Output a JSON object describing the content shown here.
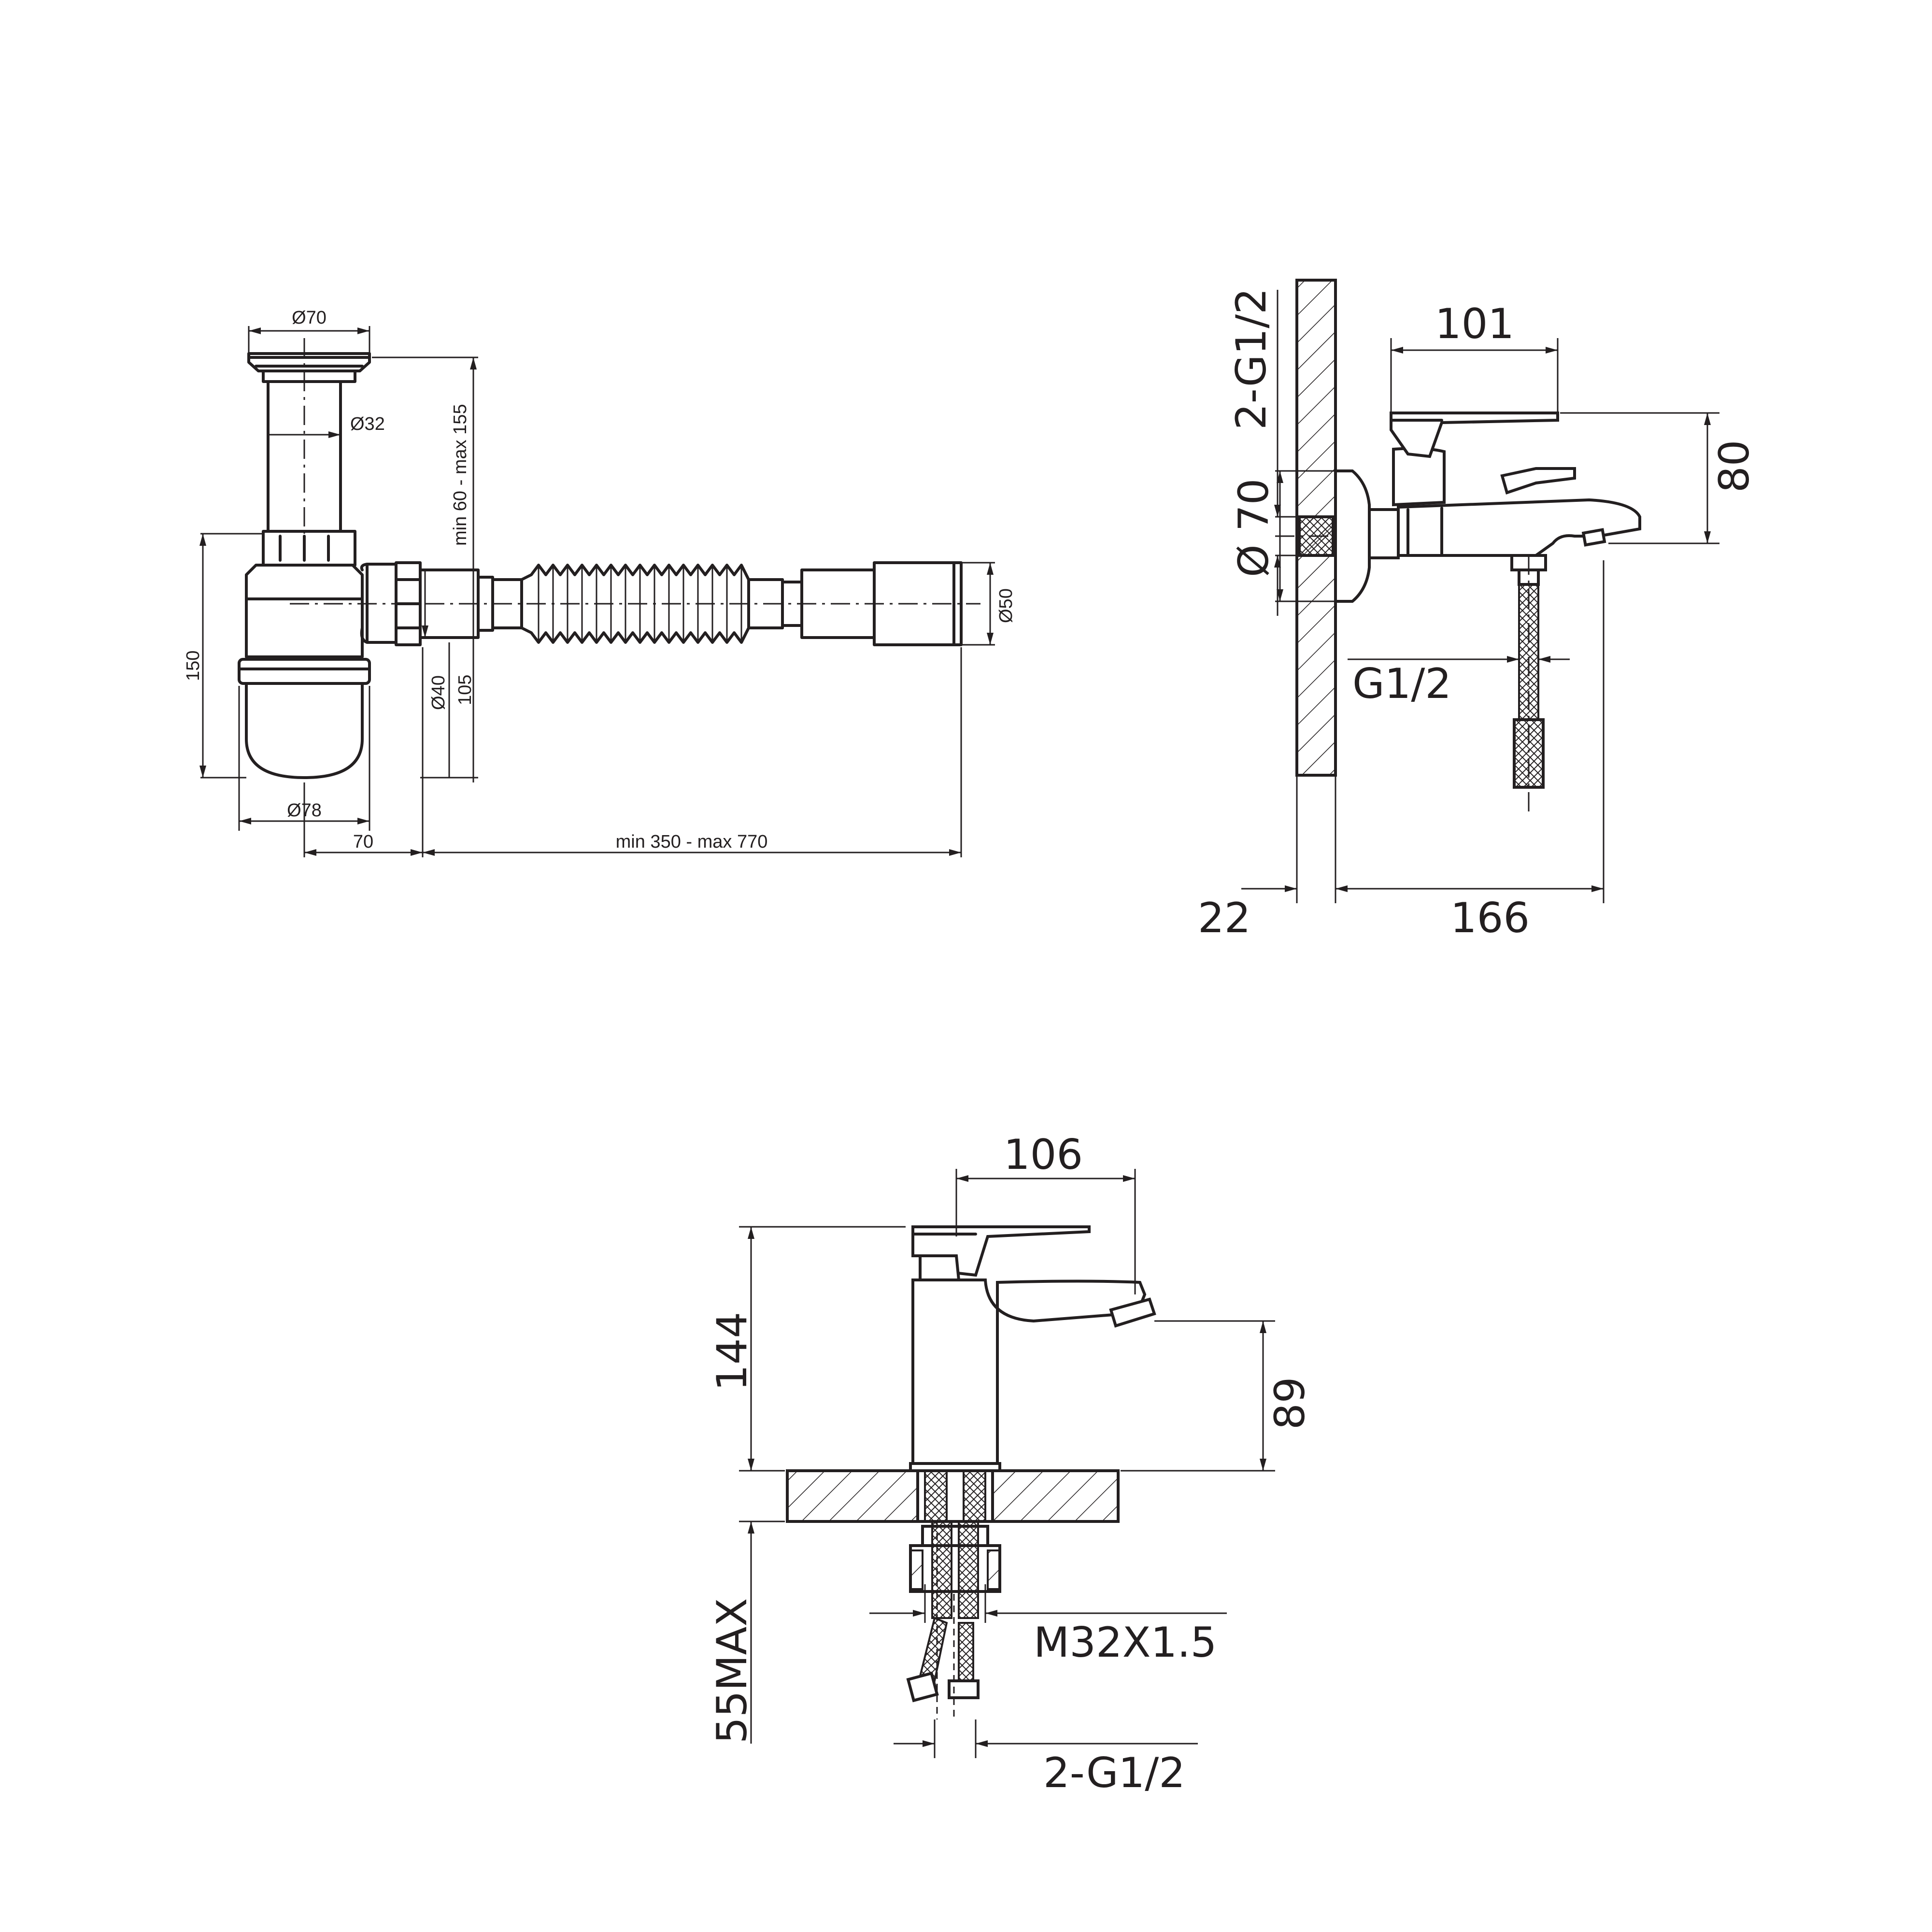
{
  "siphon": {
    "d_top": "Ø70",
    "d_tube": "Ø32",
    "adjust_height": "min 60 - max 155",
    "height": "150",
    "d_outlet": "Ø40",
    "outlet_height": "105",
    "d_bottle": "Ø78",
    "offset": "70",
    "hose_length": "min 350 - max 770",
    "d_end": "Ø50"
  },
  "bath_mixer": {
    "width_handle": "101",
    "height": "80",
    "inlets": "2-G1/2",
    "d_flange": "Ø 70",
    "outlet": "G1/2",
    "wall_gap": "22",
    "projection": "166"
  },
  "basin_mixer": {
    "width": "106",
    "height": "144",
    "spout_height": "89",
    "under_counter": "55MAX",
    "thread": "M32X1.5",
    "inlets": "2-G1/2"
  }
}
